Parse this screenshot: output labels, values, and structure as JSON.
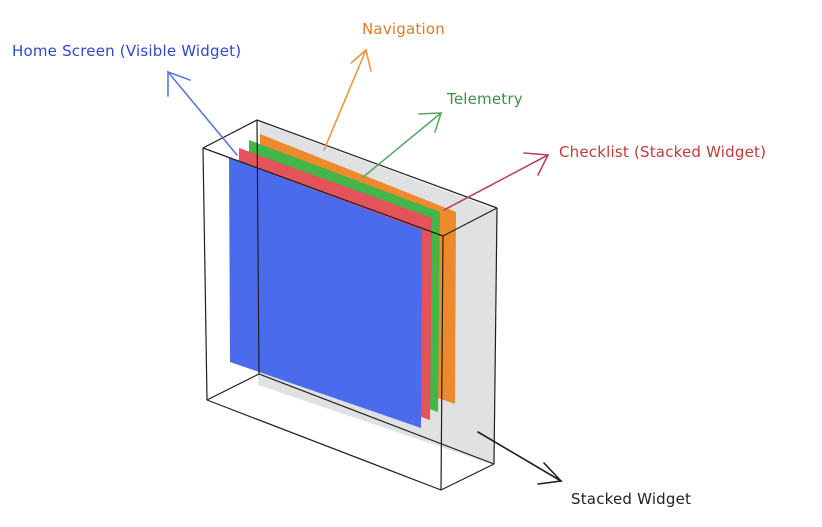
{
  "labels": {
    "home_screen": "Home Screen (Visible Widget)",
    "navigation": "Navigation",
    "telemetry": "Telemetry",
    "checklist": "Checklist (Stacked Widget)",
    "stacked_widget": "Stacked Widget"
  },
  "colors": {
    "home_screen": "#4a6cec",
    "navigation": "#ef8a2c",
    "telemetry": "#43b549",
    "checklist": "#e4525a",
    "back_panel": "#dfe1e3",
    "outline": "#1f1f1f",
    "home_arrow": "#5b78d8",
    "navigation_arrow": "#f0953e",
    "telemetry_arrow": "#5aa868",
    "checklist_arrow": "#b8455a",
    "stacked_arrow": "#1f1f1f",
    "home_text": "#2f49c8",
    "navigation_text": "#e07a22",
    "telemetry_text": "#3f8f47",
    "checklist_text": "#c43a3a",
    "stacked_text": "#222222"
  }
}
